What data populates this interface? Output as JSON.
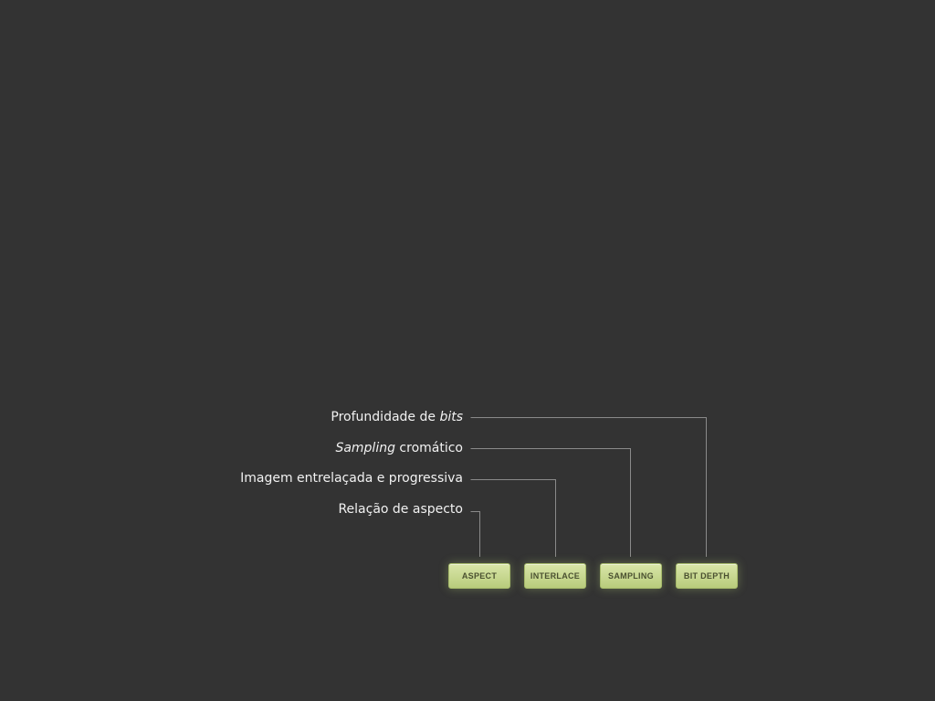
{
  "labels": {
    "bits_prefix": "Profundidade de ",
    "bits_italic": "bits",
    "sampling_italic": "Sampling",
    "sampling_suffix": " cromático",
    "interlace": "Imagem entrelaçada e progressiva",
    "aspect": "Relação de aspecto"
  },
  "buttons": {
    "aspect": "ASPECT",
    "interlace": "INTERLACE",
    "sampling": "SAMPLING",
    "bit_depth": "BIT DEPTH"
  },
  "colors": {
    "background": "#333333",
    "label_text": "#f2f2f2",
    "connector": "#8a8a8a",
    "button_fill": "#c8d890",
    "button_text": "#4a5030"
  }
}
